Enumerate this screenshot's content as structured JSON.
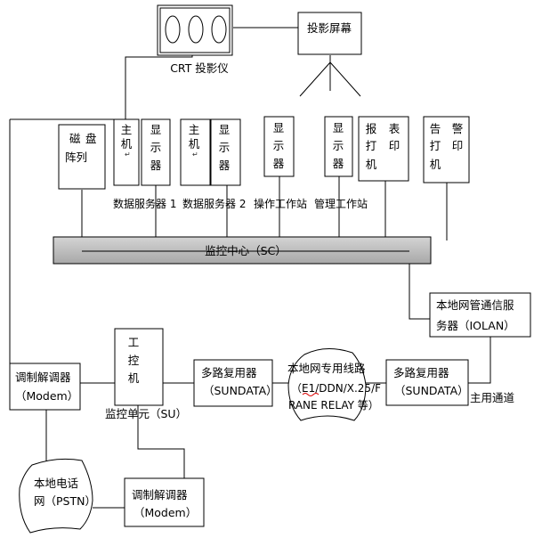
{
  "projector": {
    "crt_label": "CRT 投影仪",
    "screen_label": "投影屏幕"
  },
  "devices": {
    "disk_array": [
      "磁",
      "盘",
      "阵列"
    ],
    "host_label": [
      "主",
      "机"
    ],
    "display_label": [
      "显",
      "示",
      "器"
    ],
    "report_printer": [
      "报",
      "表",
      "打",
      "印",
      "机"
    ],
    "alarm_printer": [
      "告",
      "警",
      "打",
      "印",
      "机"
    ]
  },
  "stations": {
    "data_server_1": "数据服务器 1",
    "data_server_2": "数据服务器 2",
    "operator_station": "操作工作站",
    "management_station": "管理工作站"
  },
  "monitor_center": "监控中心（SC）",
  "local_comm_server": [
    "本地网管通信服",
    "务器（IOLAN）"
  ],
  "modem": [
    "调制解调器",
    "（Modem）"
  ],
  "industrial_pc": [
    "工",
    "控",
    "机"
  ],
  "monitor_unit": "监控单元（SU）",
  "multiplexer": [
    "多路复用器",
    "（SUNDATA）"
  ],
  "leased_line": [
    "本地网专用线路",
    "（E1/DDN/X.25/F",
    "RANE RELAY 等）"
  ],
  "main_channel": "主用通道",
  "pstn": [
    "本地电话",
    "网（PSTN）"
  ]
}
